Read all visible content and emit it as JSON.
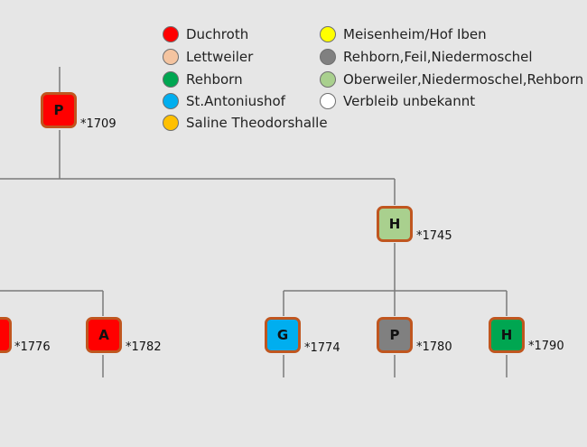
{
  "legend": [
    {
      "label": "Duchroth",
      "color": "#ff0000"
    },
    {
      "label": "Lettweiler",
      "color": "#f4c4a0"
    },
    {
      "label": "Rehborn",
      "color": "#00a651"
    },
    {
      "label": "St.Antoniushof",
      "color": "#00aeef"
    },
    {
      "label": "Saline Theodorshalle",
      "color": "#ffc000"
    },
    {
      "label": "Meisenheim/Hof Iben",
      "color": "#ffff00"
    },
    {
      "label": "Rehborn,Feil,Niedermoschel",
      "color": "#808080"
    },
    {
      "label": "Oberweiler,Niedermoschel,Rehborn",
      "color": "#a9d08e"
    },
    {
      "label": "Verbleib unbekannt",
      "color": "#ffffff"
    }
  ],
  "nodes": [
    {
      "id": "p1709",
      "letter": "P",
      "year": "*1709",
      "color": "#ff0000"
    },
    {
      "id": "h1745",
      "letter": "H",
      "year": "*1745",
      "color": "#a9d08e"
    },
    {
      "id": "x1776",
      "letter": "",
      "year": "*1776",
      "color": "#ff0000"
    },
    {
      "id": "a1782",
      "letter": "A",
      "year": "*1782",
      "color": "#ff0000"
    },
    {
      "id": "g1774",
      "letter": "G",
      "year": "*1774",
      "color": "#00aeef"
    },
    {
      "id": "p1780",
      "letter": "P",
      "year": "*1780",
      "color": "#808080"
    },
    {
      "id": "h1790",
      "letter": "H",
      "year": "*1790",
      "color": "#00a651"
    }
  ]
}
